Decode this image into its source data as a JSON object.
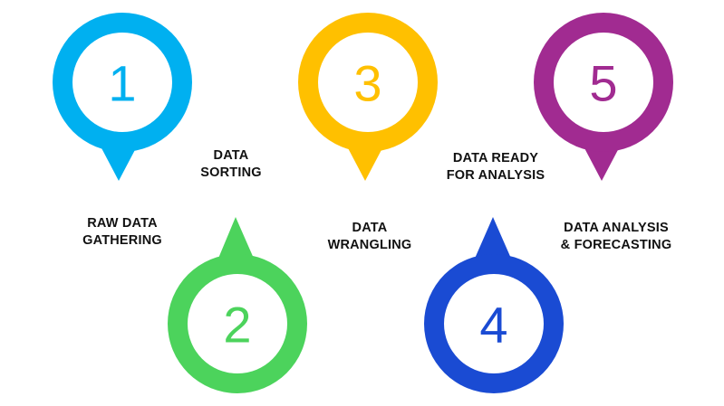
{
  "steps": [
    {
      "number": "1",
      "label_line1": "RAW DATA",
      "label_line2": "GATHERING",
      "color": "#00B0F0"
    },
    {
      "number": "2",
      "label_line1": "DATA",
      "label_line2": "SORTING",
      "color": "#4CD35C"
    },
    {
      "number": "3",
      "label_line1": "DATA",
      "label_line2": "WRANGLING",
      "color": "#FFC000"
    },
    {
      "number": "4",
      "label_line1": "DATA READY",
      "label_line2": "FOR ANALYSIS",
      "color": "#1A4BD3"
    },
    {
      "number": "5",
      "label_line1": "DATA ANALYSIS",
      "label_line2": "& FORECASTING",
      "color": "#A12B91"
    }
  ]
}
